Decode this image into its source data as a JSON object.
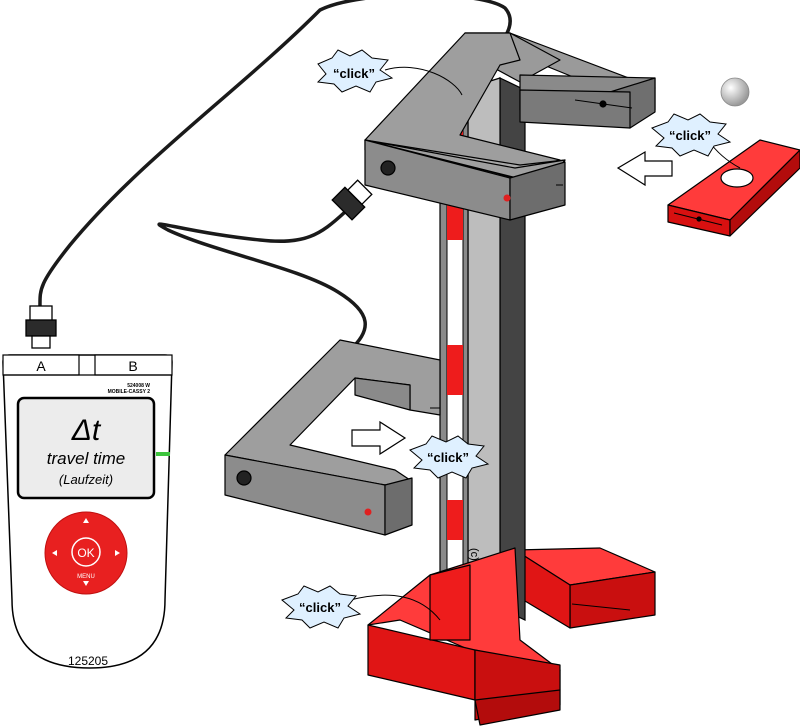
{
  "device": {
    "port_a": "A",
    "port_b": "B",
    "model_line1": "524008 W",
    "model_line2": "MOBILE-CASSY 2",
    "screen_symbol": "Δt",
    "screen_line1": "travel time",
    "screen_line2": "(Laufzeit)",
    "ok_label": "OK",
    "menu_label": "MENU",
    "serial": "125205",
    "indicator_color": "#3cc43c"
  },
  "callouts": {
    "top": "“click”",
    "right": "“click”",
    "middle": "“click”",
    "bottom": "“click”"
  },
  "copyright": "(c) dokspeicher.de",
  "colors": {
    "gray_gate": "#808080",
    "red_part": "#ee1c1c",
    "device_red": "#e82020"
  }
}
